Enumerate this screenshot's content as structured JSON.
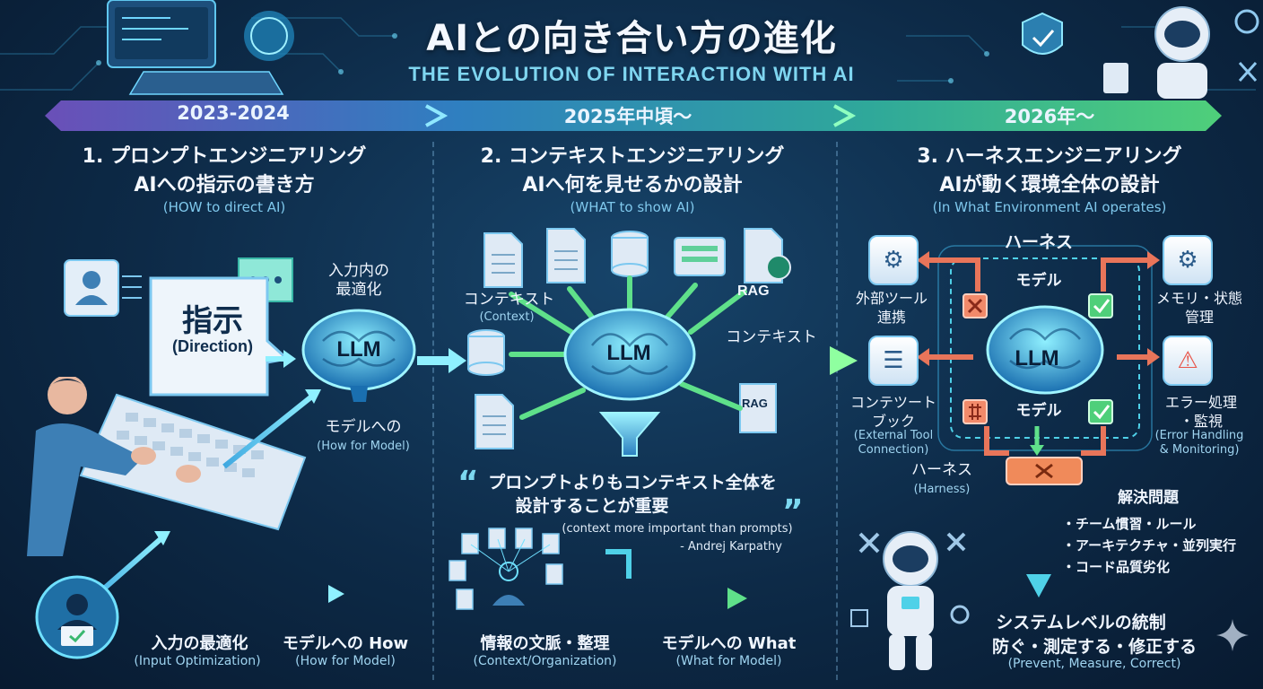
{
  "header": {
    "title": "AIとの向き合い方の進化",
    "subtitle": "THE EVOLUTION OF INTERACTION WITH AI"
  },
  "timeline": [
    "2023-2024",
    "2025年中頃〜",
    "2026年〜"
  ],
  "col1": {
    "heading": "1. プロンプトエンジニアリング",
    "heading2": "AIへの指示の書き方",
    "sub": "(HOW to direct AI)",
    "bubble_main": "指示",
    "bubble_en": "(Direction)",
    "llm": "LLM",
    "optimize_label": "入力内の\n最適化",
    "model_how": "モデルへの",
    "model_how_en": "(How for Model)",
    "bottom_left": "入力の最適化",
    "bottom_left_en": "(Input Optimization)",
    "bottom_right": "モデルへの How",
    "bottom_right_en": "(How for Model)"
  },
  "col2": {
    "heading": "2. コンテキストエンジニアリング",
    "heading2": "AIへ何を見せるかの設計",
    "sub": "(WHAT to show AI)",
    "context": "コンテキスト",
    "context_en": "(Context)",
    "rag1": "RAG",
    "rag2": "RAG",
    "llm": "LLM",
    "arrow_context": "コンテキスト",
    "quote_line1": "プロンプトよりもコンテキスト全体を",
    "quote_line2": "設計することが重要",
    "quote_en": "(context more important than prompts)",
    "quote_author": "- Andrej Karpathy",
    "bottom_left": "情報の文脈・整理",
    "bottom_left_en": "(Context/Organization)",
    "bottom_right": "モデルへの What",
    "bottom_right_en": "(What for Model)"
  },
  "col3": {
    "heading": "3. ハーネスエンジニアリング",
    "heading2": "AIが動く環境全体の設計",
    "sub": "(In What Environment AI operates)",
    "harness_top": "ハーネス",
    "model_top": "モデル",
    "llm": "LLM",
    "model_bottom": "モデル",
    "external_tool": "外部ツール\n連携",
    "memory": "メモリ・状態\n管理",
    "context_book": "コンテツートブック",
    "context_book_en": "(External Tool\nConnection)",
    "error": "エラー処理\n・監視",
    "error_en": "(Error Handling\n& Monitoring)",
    "harness_bottom": "ハーネス",
    "harness_bottom_en": "(Harness)",
    "solve_title": "解決問題",
    "solve_items": [
      "・チーム慣習・ルール",
      "・アーキテクチャ・並列実行",
      "・コード品質劣化"
    ],
    "system_line1": "システムレベルの統制",
    "system_line2": "防ぐ・測定する・修正する",
    "system_en": "(Prevent, Measure, Correct)"
  },
  "colors": {
    "accent_cyan": "#4fd1e8",
    "accent_green": "#5fe08a",
    "accent_orange": "#f08a5a",
    "accent_red": "#e8554a"
  }
}
